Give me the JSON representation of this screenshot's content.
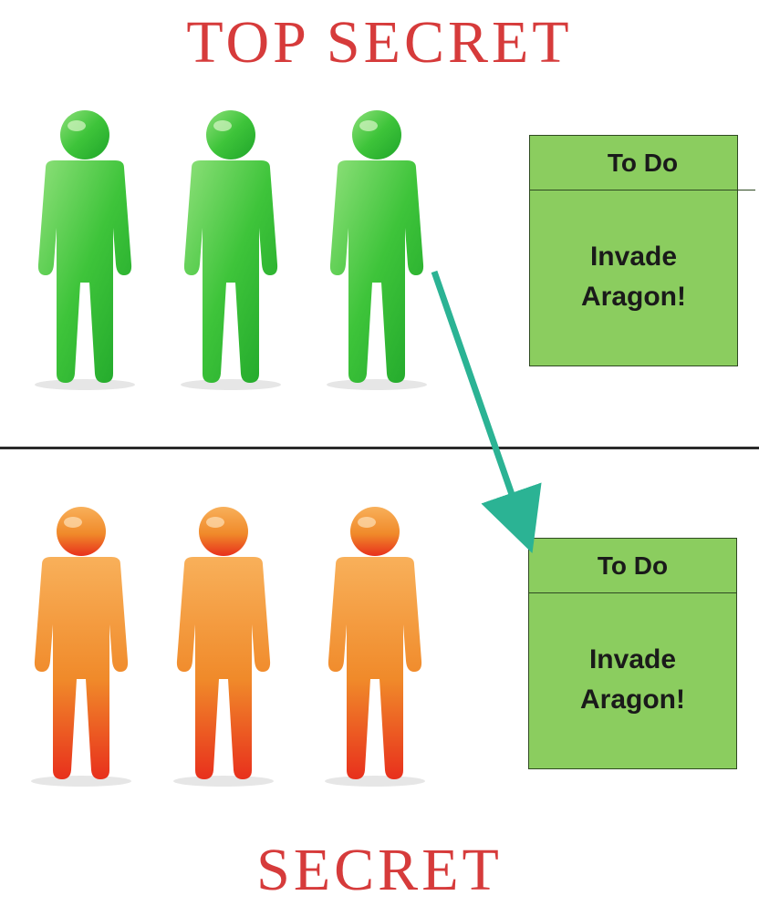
{
  "labels": {
    "top": "TOP SECRET",
    "bottom": "SECRET",
    "color": "#d63b3b"
  },
  "top_group": {
    "count": 3,
    "color_light": "#8ee07a",
    "color_dark": "#1fa52a",
    "note": {
      "header": "To Do",
      "body_line1": "Invade",
      "body_line2": "Aragon!"
    }
  },
  "bottom_group": {
    "count": 3,
    "color_light": "#f8b05a",
    "color_dark": "#e8301c",
    "note": {
      "header": "To Do",
      "body_line1": "Invade",
      "body_line2": "Aragon!"
    }
  },
  "arrow": {
    "color": "#2bb394",
    "from": "top-right-person",
    "to": "bottom-note"
  },
  "note_color": "#8bcd5f"
}
